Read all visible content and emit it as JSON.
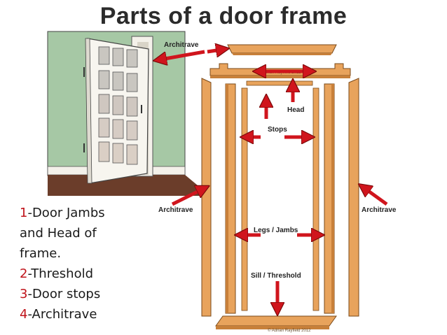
{
  "title": "Parts of a door frame",
  "labels": {
    "architrave_top": "Architrave",
    "head": "Head",
    "stops": "Stops",
    "architrave_left": "Architrave",
    "architrave_right": "Architrave",
    "legs_jambs": "Legs / Jambs",
    "sill_threshold": "Sill / Threshold"
  },
  "copyright": {
    "head_piece": "© Adrian Rayfield 2012",
    "sill_piece": "© Adrian Rayfield 2012"
  },
  "legend": [
    {
      "num": "1",
      "text": "-Door Jambs"
    },
    {
      "num": "",
      "text": "and Head of"
    },
    {
      "num": "",
      "text": "frame."
    },
    {
      "num": "2",
      "text": "-Threshold"
    },
    {
      "num": "3",
      "text": "-Door stops"
    },
    {
      "num": "4",
      "text": "-Architrave"
    }
  ],
  "colors": {
    "wood": "#e8a35c",
    "wood_dark": "#b8742e",
    "arrow": "#d0151d",
    "wall": "#a6c8a5",
    "floor": "#6b3d2a"
  }
}
